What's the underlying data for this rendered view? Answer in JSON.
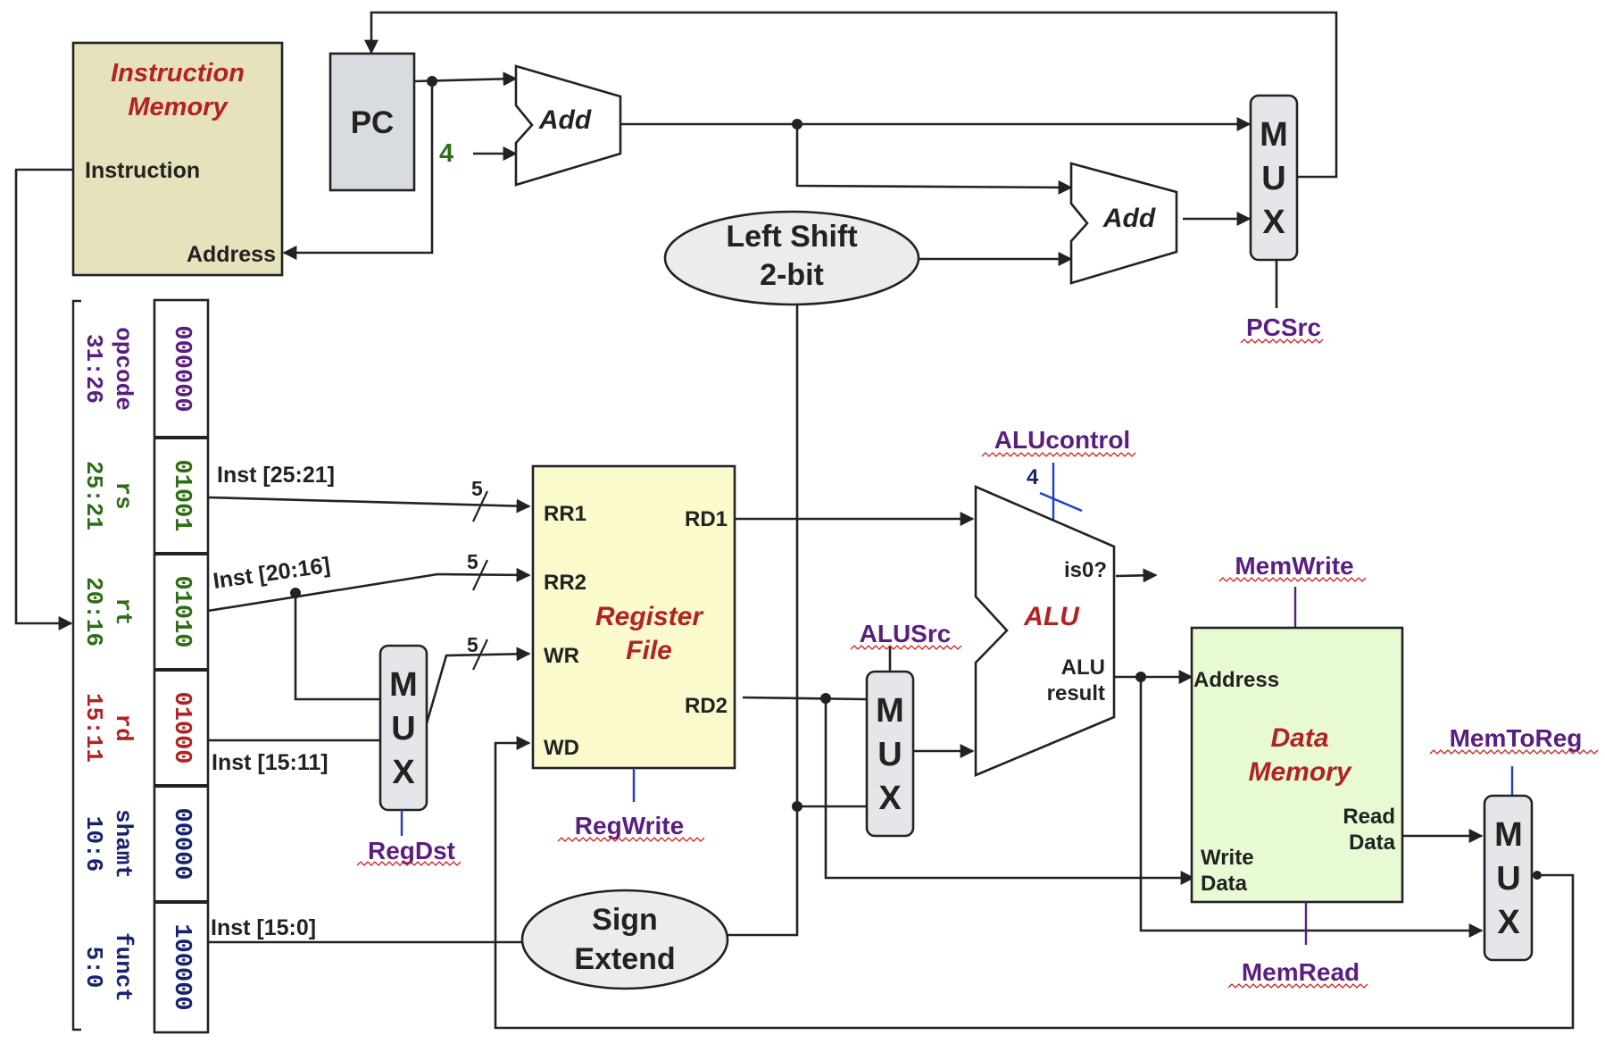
{
  "instruction_memory": {
    "title_line1": "Instruction",
    "title_line2": "Memory",
    "out_label": "Instruction",
    "in_label": "Address"
  },
  "pc": {
    "label": "PC"
  },
  "constant_four": "4",
  "adders": {
    "pc_adder": "Add",
    "branch_adder": "Add"
  },
  "left_shift": {
    "line1": "Left Shift",
    "line2": "2-bit"
  },
  "sign_extend": {
    "line1": "Sign",
    "line2": "Extend"
  },
  "mux_label": [
    "M",
    "U",
    "X"
  ],
  "controls": {
    "pcsrc": "PCSrc",
    "regdst": "RegDst",
    "regwrite": "RegWrite",
    "alusrc": "ALUSrc",
    "alucontrol": "ALUcontrol",
    "memwrite": "MemWrite",
    "memread": "MemRead",
    "memtoreg": "MemToReg"
  },
  "alucontrol_width": "4",
  "instruction_fields": [
    {
      "name": "opcode",
      "bits": "31:26",
      "value": "000000",
      "color": "#5a1e80"
    },
    {
      "name": "rs",
      "bits": "25:21",
      "value": "01001",
      "color": "#2e6e12"
    },
    {
      "name": "rt",
      "bits": "20:16",
      "value": "01010",
      "color": "#2e6e12"
    },
    {
      "name": "rd",
      "bits": "15:11",
      "value": "01000",
      "color": "#b22222"
    },
    {
      "name": "shamt",
      "bits": "10:6",
      "value": "00000",
      "color": "#16236e"
    },
    {
      "name": "funct",
      "bits": "5:0",
      "value": "100000",
      "color": "#16236e"
    }
  ],
  "inst_wires": {
    "rs": "Inst [25:21]",
    "rt": "Inst [20:16]",
    "rd": "Inst [15:11]",
    "imm": "Inst [15:0]"
  },
  "bus_width": "5",
  "register_file": {
    "title_line1": "Register",
    "title_line2": "File",
    "rr1": "RR1",
    "rr2": "RR2",
    "wr": "WR",
    "wd": "WD",
    "rd1": "RD1",
    "rd2": "RD2"
  },
  "alu": {
    "title": "ALU",
    "zero": "is0?",
    "result_line1": "ALU",
    "result_line2": "result"
  },
  "data_memory": {
    "title_line1": "Data",
    "title_line2": "Memory",
    "address": "Address",
    "read_line1": "Read",
    "read_line2": "Data",
    "write_line1": "Write",
    "write_line2": "Data"
  },
  "colors": {
    "imem_fill": "#e6e2bc",
    "pc_fill": "#d8dbe0",
    "regfile_fill": "#fbfacd",
    "dmem_fill": "#e8fad4",
    "ellipse_fill": "#ececec",
    "mux_fill": "#e4e6ea"
  }
}
